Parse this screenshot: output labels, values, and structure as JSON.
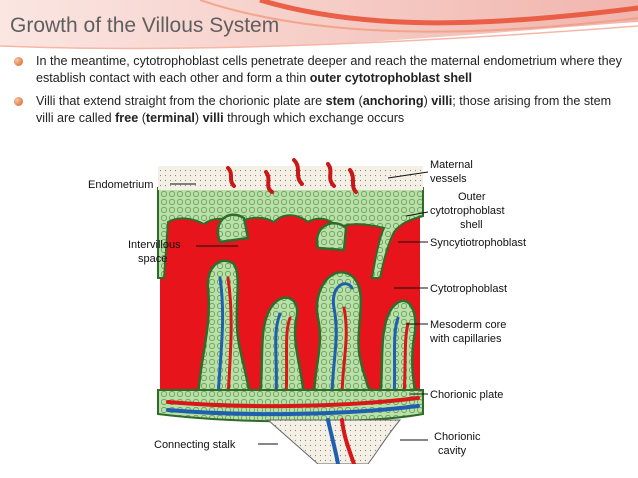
{
  "slide": {
    "title": "Growth of the Villous System",
    "bullets": [
      {
        "parts": [
          {
            "text": "In the meantime, cytotrophoblast cells penetrate deeper and reach the maternal endometrium where they establish contact with each other and form a thin ",
            "bold": false
          },
          {
            "text": "outer cytotrophoblast shell",
            "bold": true
          }
        ]
      },
      {
        "parts": [
          {
            "text": "Villi that extend straight from the chorionic plate are ",
            "bold": false
          },
          {
            "text": "stem",
            "bold": true
          },
          {
            "text": " (",
            "bold": false
          },
          {
            "text": "anchoring",
            "bold": true
          },
          {
            "text": ") ",
            "bold": false
          },
          {
            "text": "villi",
            "bold": true
          },
          {
            "text": "; those arising from the stem villi are called ",
            "bold": false
          },
          {
            "text": "free",
            "bold": true
          },
          {
            "text": " (",
            "bold": false
          },
          {
            "text": "terminal",
            "bold": true
          },
          {
            "text": ") ",
            "bold": false
          },
          {
            "text": "villi",
            "bold": true
          },
          {
            "text": " through which exchange occurs",
            "bold": false
          }
        ]
      }
    ]
  },
  "figure": {
    "labels": {
      "endometrium": "Endometrium",
      "intervillous_1": "Intervillous",
      "intervillous_2": "space",
      "maternal_1": "Maternal",
      "maternal_2": "vessels",
      "outer_1": "Outer",
      "outer_2": "cytotrophoblast",
      "outer_3": "shell",
      "syncytio": "Syncytiotrophoblast",
      "cyto": "Cytotrophoblast",
      "mesoderm_1": "Mesoderm core",
      "mesoderm_2": "with capillaries",
      "chorionic_plate": "Chorionic plate",
      "connecting_stalk": "Connecting stalk",
      "chorionic_cavity_1": "Chorionic",
      "chorionic_cavity_2": "cavity"
    },
    "colors": {
      "blood": "#e8141c",
      "tissue": "#aedb9a",
      "dark_tissue": "#2f6b2a",
      "vessel_blue": "#1f5fb0",
      "vessel_red": "#d81818"
    }
  },
  "theme": {
    "accent": "#e8623a",
    "banner_pink": "#f3c8c2",
    "title_color": "#5f5f5f"
  }
}
